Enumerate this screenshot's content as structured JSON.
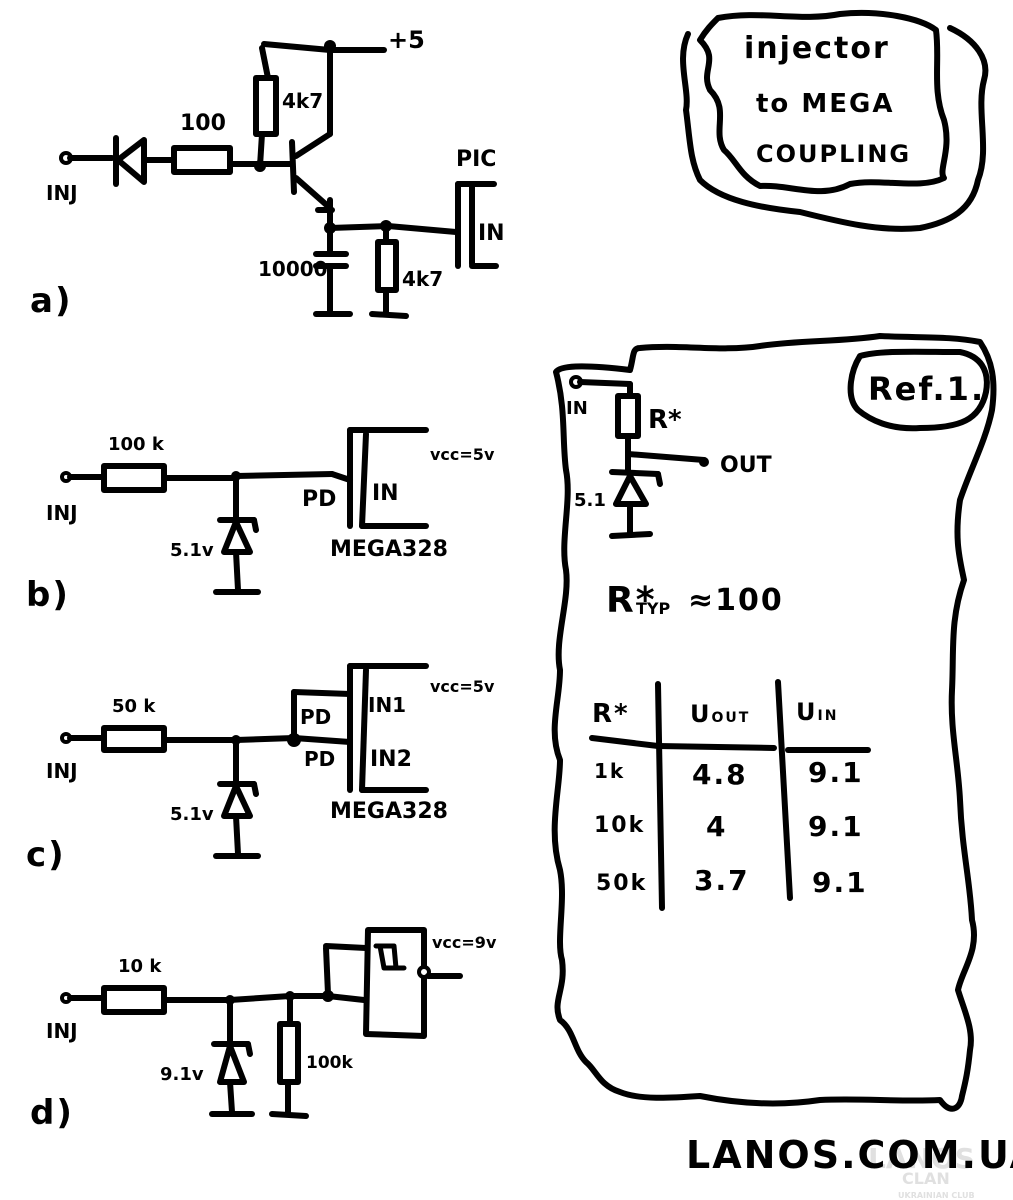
{
  "title": {
    "line1": "injector",
    "line2": "to MEGA",
    "line3": "COUPLING"
  },
  "circuit_a": {
    "label": "a)",
    "input": "INJ",
    "resistor": "100",
    "pullup_resistor": "4k7",
    "supply": "+5",
    "capacitor": "10000",
    "pulldown_resistor": "4k7",
    "chip": "PIC",
    "chip_pin": "IN"
  },
  "circuit_b": {
    "label": "b)",
    "input": "INJ",
    "resistor": "100 k",
    "zener": "5.1v",
    "pin_mode": "PD",
    "chip_pin": "IN",
    "vcc": "vcc=5v",
    "chip": "MEGA328"
  },
  "circuit_c": {
    "label": "c)",
    "input": "INJ",
    "resistor": "50 k",
    "zener": "5.1v",
    "pin_mode_1": "PD",
    "pin_mode_2": "PD",
    "chip_pin_1": "IN1",
    "chip_pin_2": "IN2",
    "vcc": "vcc=5v",
    "chip": "MEGA328"
  },
  "circuit_d": {
    "label": "d)",
    "input": "INJ",
    "resistor": "10 k",
    "zener": "9.1v",
    "pulldown_resistor": "100k",
    "vcc": "vcc=9v"
  },
  "reference": {
    "title": "Ref.1.",
    "input": "IN",
    "resistor": "R*",
    "output": "OUT",
    "zener": "5.1",
    "r_typ_label": "R*",
    "r_typ_sub": "TYP",
    "r_typ_value": "≈100",
    "table": {
      "headers": [
        "R*",
        "UOUT",
        "UIN"
      ],
      "header_main": [
        "R*",
        "U",
        "U"
      ],
      "header_sub": [
        "",
        "OUT",
        "IN"
      ],
      "rows": [
        [
          "1k",
          "4.8",
          "9.1"
        ],
        [
          "10k",
          "4",
          "9.1"
        ],
        [
          "50k",
          "3.7",
          "9.1"
        ]
      ]
    }
  },
  "footer": {
    "site": "LANOS.COM.UA",
    "watermark_line1": "LANOS",
    "watermark_line2": "CLAN",
    "watermark_line3": "UKRAINIAN CLUB"
  }
}
